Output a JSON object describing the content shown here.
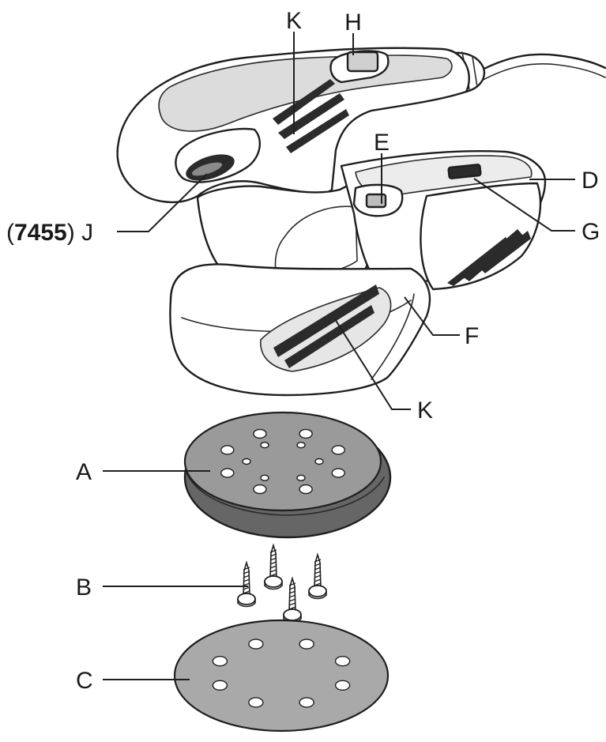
{
  "labels": {
    "K_top": "K",
    "H": "H",
    "E": "E",
    "D": "D",
    "G": "G",
    "J_model": "7455",
    "J_letter": "J",
    "F": "F",
    "K_bottom": "K",
    "A": "A",
    "B": "B",
    "C": "C"
  },
  "colors": {
    "body_fill": "#ffffff",
    "grip_fill": "#d9d9d9",
    "dark_trim": "#2b2b2b",
    "pad_fill": "#666666",
    "pad_top": "#9a9a9a",
    "sheet_fill": "#a9a9a9",
    "hole_fill": "#ffffff",
    "outline": "#1f1f1f"
  }
}
